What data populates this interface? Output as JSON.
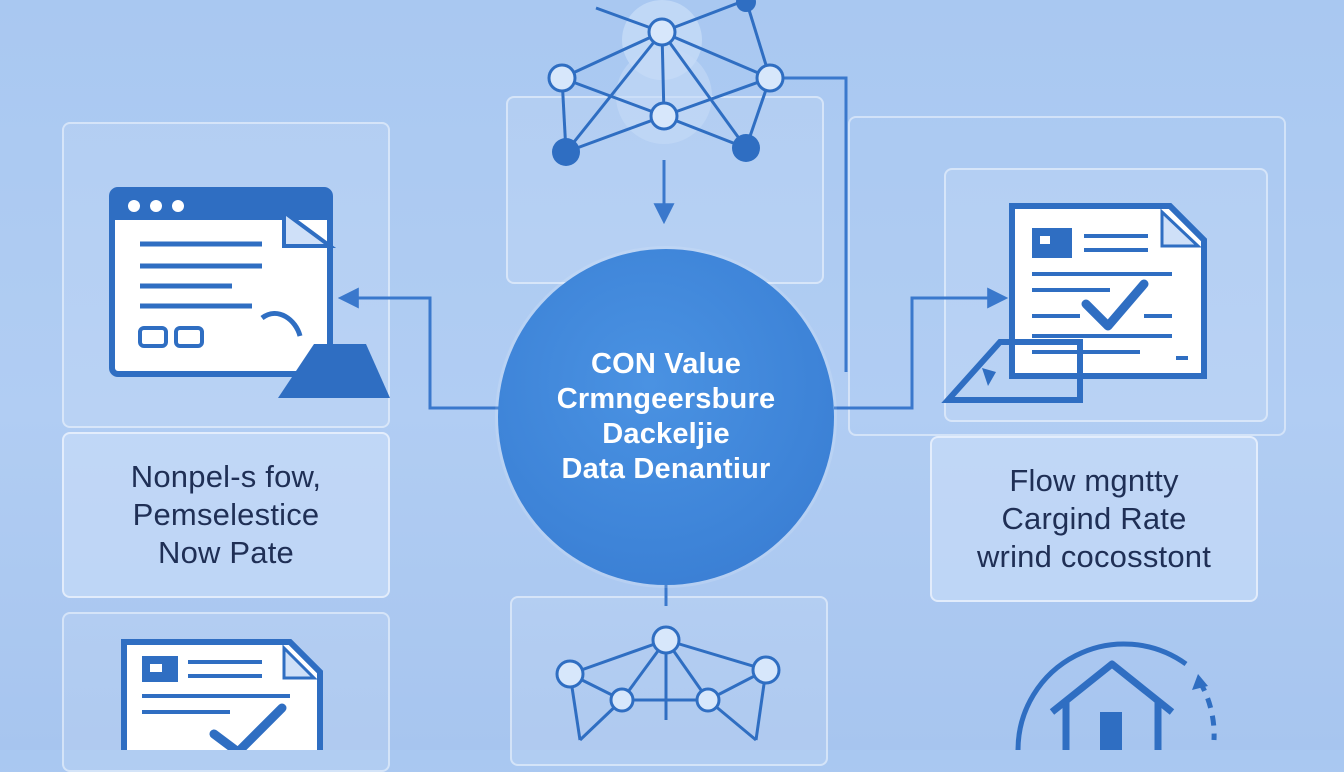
{
  "hub": {
    "lines": [
      "CON Value",
      "Crmngeersbure",
      "Dackeljie",
      "Data Denantiur"
    ]
  },
  "left_caption": {
    "lines": [
      "Nonpel-s fow,",
      "Pemselestice",
      "Now Pate"
    ]
  },
  "right_caption": {
    "lines": [
      "Flow mgntty",
      "Cargind Rate",
      "wrind cocosstont"
    ]
  },
  "colors": {
    "background": "#abc9f2",
    "hub": "#3f86da",
    "icon_stroke": "#2f6ec2",
    "icon_fill": "#2f6ec2",
    "connector": "#3a78cc",
    "panel_border": "#d6e6fb",
    "caption_text": "#1f2f55"
  },
  "icons": {
    "top": "network-graph-icon",
    "left": "browser-document-edit-icon",
    "right": "document-checkmark-icon",
    "bottom_left": "document-checkmark-icon",
    "bottom_center": "network-graph-icon",
    "bottom_right": "home-cycle-icon"
  }
}
